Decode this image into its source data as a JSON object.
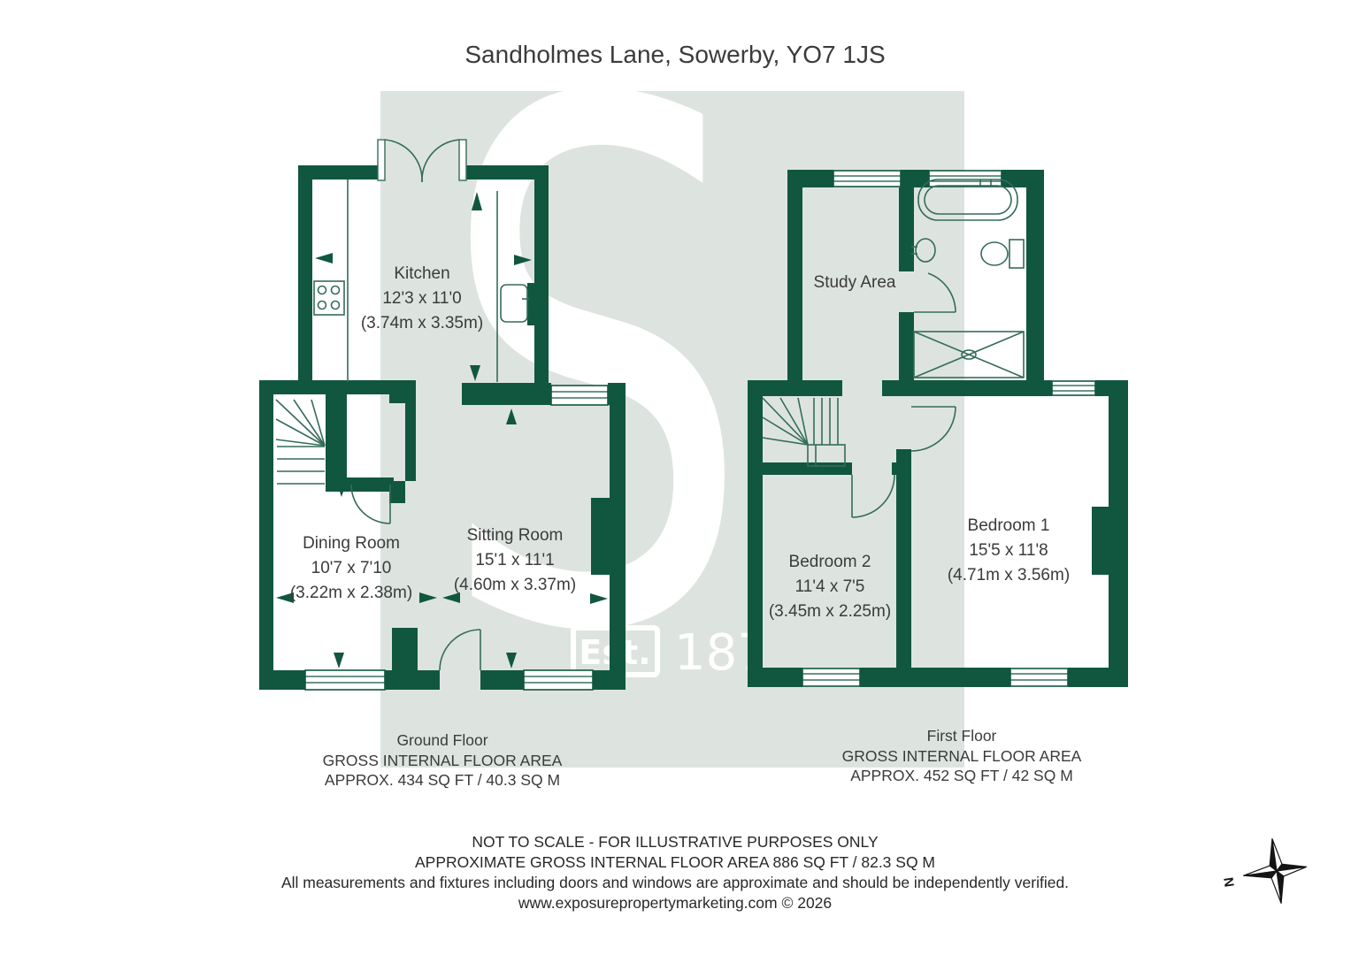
{
  "title": "Sandholmes Lane, Sowerby, YO7 1JS",
  "colors": {
    "wall": "#11573F",
    "line": "#356C59",
    "watermark": "#DDE4E0",
    "paper": "#FFFFFF",
    "text": "#3B3B3B",
    "footer": "#282828",
    "compass": "#141414"
  },
  "watermark": {
    "letter": "S",
    "badge_label": "Est.",
    "year_digits": "187"
  },
  "ground_floor": {
    "caption": {
      "title": "Ground Floor",
      "line1": "GROSS INTERNAL FLOOR AREA",
      "line2": "APPROX. 434 SQ FT / 40.3 SQ M"
    },
    "rooms": [
      {
        "name": "Kitchen",
        "imperial": "12'3 x 11'0",
        "metric": "(3.74m x 3.35m)"
      },
      {
        "name": "Dining Room",
        "imperial": "10'7 x 7'10",
        "metric": "(3.22m x 2.38m)"
      },
      {
        "name": "Sitting Room",
        "imperial": "15'1 x 11'1",
        "metric": "(4.60m x 3.37m)"
      }
    ]
  },
  "first_floor": {
    "caption": {
      "title": "First Floor",
      "line1": "GROSS INTERNAL FLOOR AREA",
      "line2": "APPROX. 452 SQ FT / 42 SQ M"
    },
    "rooms": [
      {
        "name": "Study Area",
        "imperial": "",
        "metric": ""
      },
      {
        "name": "Bedroom 2",
        "imperial": "11'4 x 7'5",
        "metric": "(3.45m x 2.25m)"
      },
      {
        "name": "Bedroom 1",
        "imperial": "15'5 x 11'8",
        "metric": "(4.71m x 3.56m)"
      }
    ]
  },
  "footer": {
    "line1": "NOT TO SCALE - FOR ILLUSTRATIVE PURPOSES ONLY",
    "line2": "APPROXIMATE GROSS INTERNAL FLOOR AREA 886 SQ FT / 82.3 SQ M",
    "line3": "All measurements and fixtures including doors and windows are approximate and should be independently verified.",
    "line4": "www.exposurepropertymarketing.com © 2026"
  },
  "compass": {
    "north_label": "N"
  }
}
